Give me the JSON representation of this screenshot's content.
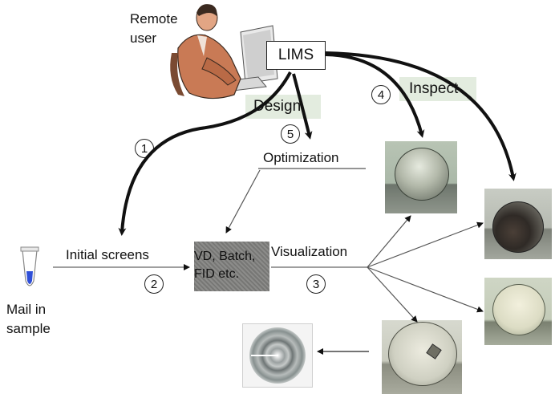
{
  "remote_user": {
    "line1": "Remote",
    "line2": "user"
  },
  "lims": "LIMS",
  "design": "Design",
  "inspect": "Inspect",
  "optimization": "Optimization",
  "initial_screens": "Initial screens",
  "visualization": "Visualization",
  "plate": {
    "line1": "VD, Batch,",
    "line2": "FID etc."
  },
  "mail_in": {
    "line1": "Mail in",
    "line2": "sample"
  },
  "steps": [
    "1",
    "2",
    "3",
    "4",
    "5"
  ],
  "colors": {
    "highlight": "#e3ecdf",
    "arrow": "#111111",
    "sample_blue": "#2f4fd8"
  }
}
